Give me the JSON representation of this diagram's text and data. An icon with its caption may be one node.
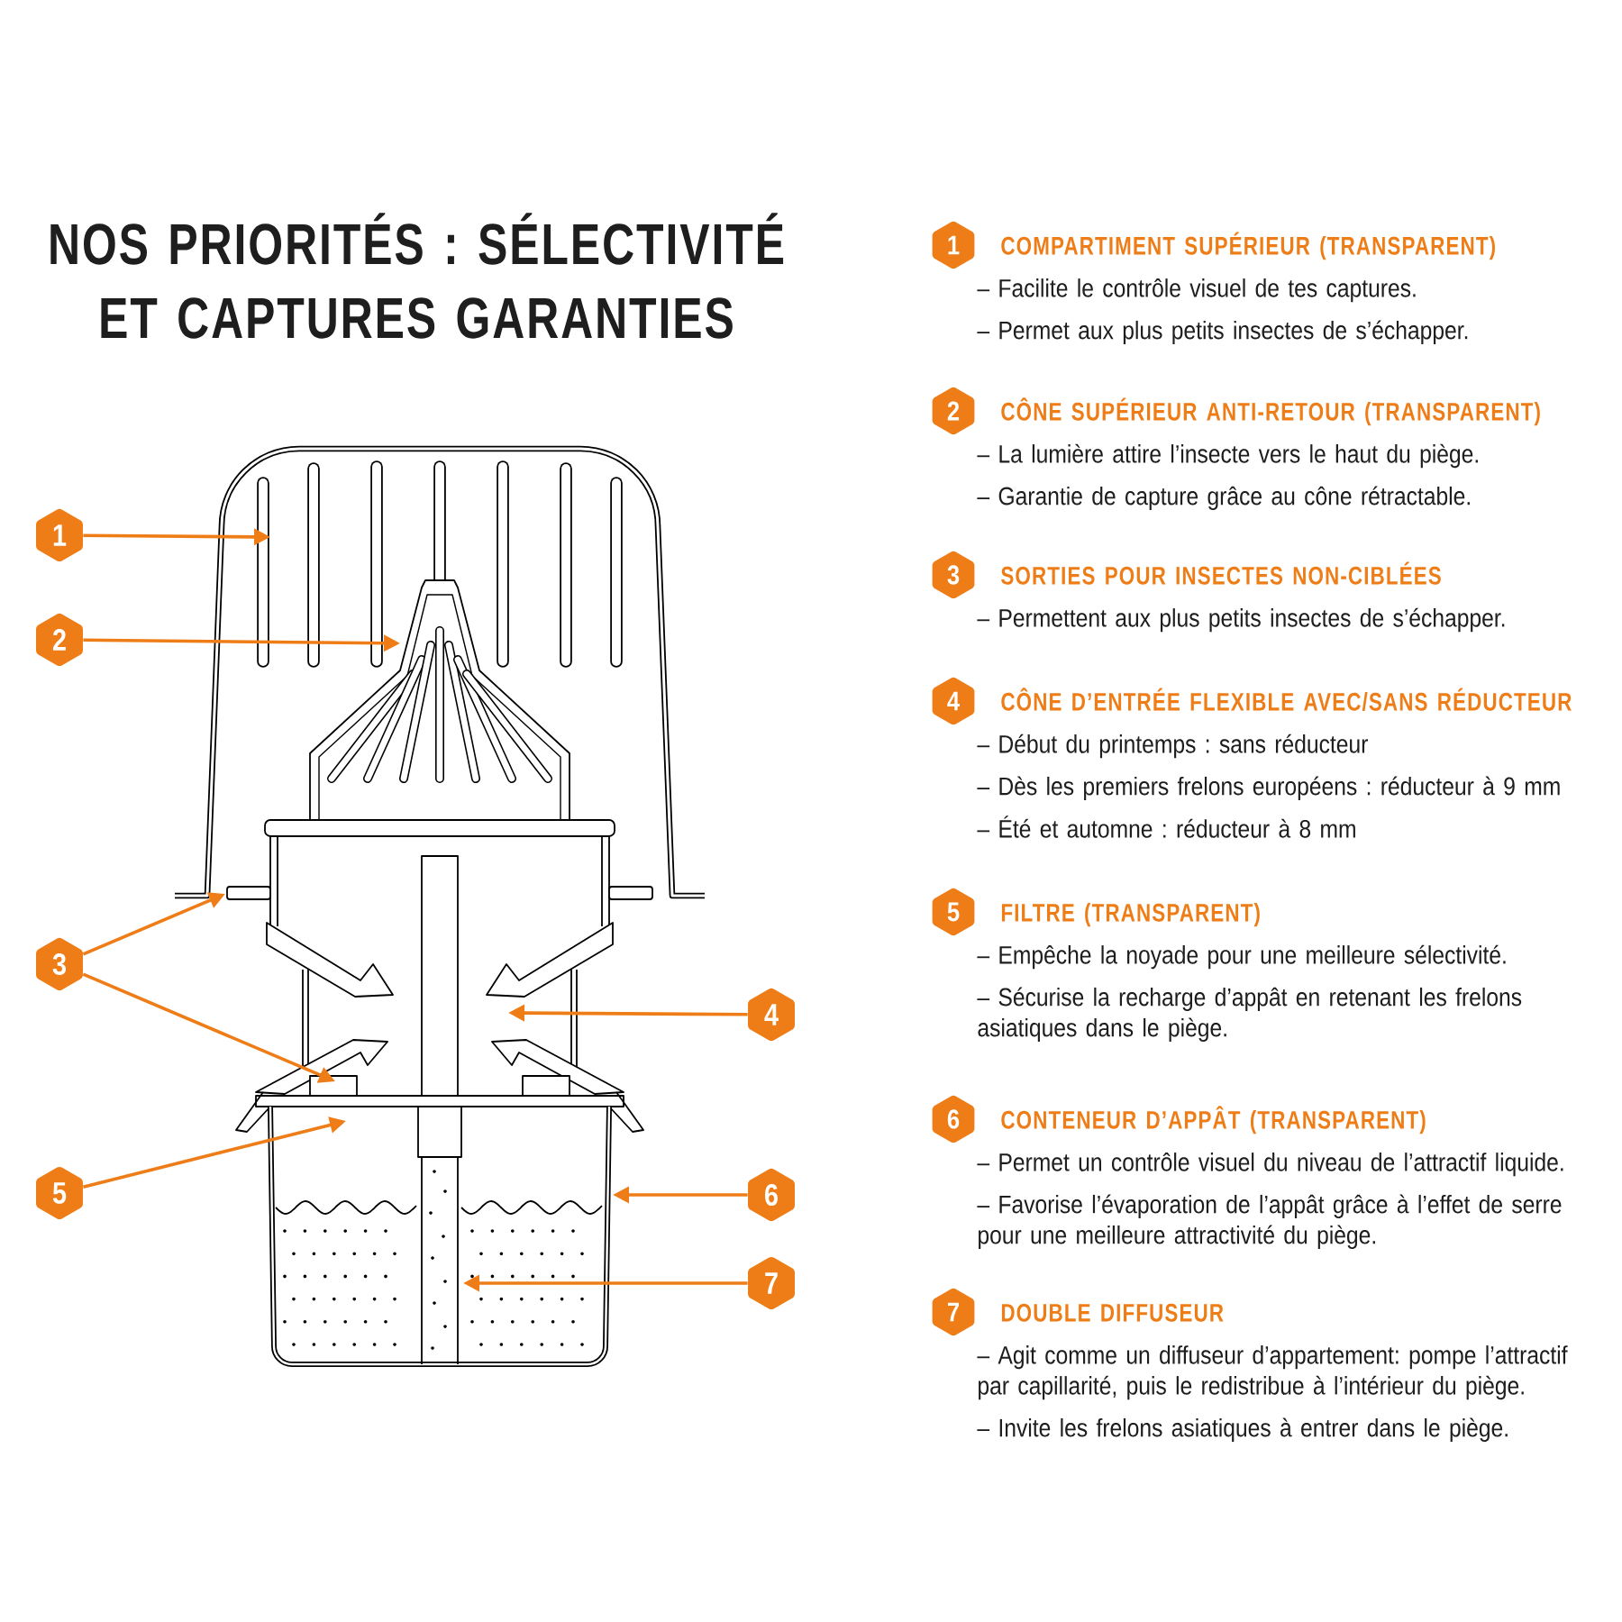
{
  "diagram": {
    "title": "NOS PRIORITÉS : SÉLECTIVITÉ ET CAPTURES GARANTIES",
    "nodes": [
      {
        "text": [
          "1"
        ]
      },
      {
        "text": [
          "2"
        ]
      },
      {
        "text": [
          "3"
        ]
      },
      {
        "text": [
          "4"
        ]
      },
      {
        "text": [
          "5"
        ]
      },
      {
        "text": [
          "6"
        ]
      },
      {
        "text": [
          "7"
        ]
      },
      {
        "text": [
          "1"
        ],
        "beside": [
          "COMPARTIMENT SUPÉRIEUR (TRANSPARENT)",
          "– Facilite le contrôle visuel de tes captures.",
          "– Permet aux plus petits insectes de s’échapper."
        ]
      },
      {
        "text": [
          "2"
        ],
        "beside": [
          "CÔNE SUPÉRIEUR ANTI-RETOUR (TRANSPARENT)",
          "– La lumière attire l’insecte vers le haut du piège.",
          "– Garantie de capture grâce au cône rétractable."
        ]
      },
      {
        "text": [
          "3"
        ],
        "beside": [
          "SORTIES POUR INSECTES NON-CIBLÉES",
          "– Permettent aux plus petits insectes de s’échapper."
        ]
      },
      {
        "text": [
          "4"
        ],
        "beside": [
          "CÔNE D’ENTRÉE FLEXIBLE AVEC/SANS RÉDUCTEUR",
          "– Début du printemps : sans réducteur",
          "– Dès les premiers frelons européens : réducteur à 9 mm",
          "– Été et automne : réducteur à 8 mm"
        ]
      },
      {
        "text": [
          "5"
        ],
        "beside": [
          "FILTRE (TRANSPARENT)",
          "– Empêche la noyade pour une meilleure sélectivité.",
          "– Sécurise la recharge d’appât en retenant les frelons asiatiques dans le piège."
        ]
      },
      {
        "text": [
          "6"
        ],
        "beside": [
          "CONTENEUR D’APPÂT (TRANSPARENT)",
          "– Permet un contrôle visuel du niveau de l’attractif liquide.",
          "– Favorise l’évaporation de l’appât grâce à l’effet de serre pour une meilleure attractivité du piège."
        ]
      },
      {
        "text": [
          "7"
        ],
        "beside": [
          "DOUBLE DIFFUSEUR",
          "– Agit comme un diffuseur d’appartement: pompe l’attractif par capillarité, puis le redistribue à l’intérieur du piège.",
          "– Invite les frelons asiatiques à entrer dans le piège."
        ]
      }
    ],
    "edges": [
      {
        "from": 0,
        "to": null,
        "arrow": "to"
      },
      {
        "from": 1,
        "to": null,
        "arrow": "to"
      },
      {
        "from": 2,
        "to": null,
        "arrow": "to"
      },
      {
        "from": 2,
        "to": null,
        "arrow": "to"
      },
      {
        "from": 3,
        "to": null,
        "arrow": "to"
      },
      {
        "from": 4,
        "to": null,
        "arrow": "to"
      },
      {
        "from": 5,
        "to": null,
        "arrow": "to"
      },
      {
        "from": 6,
        "to": null,
        "arrow": "to"
      }
    ]
  }
}
